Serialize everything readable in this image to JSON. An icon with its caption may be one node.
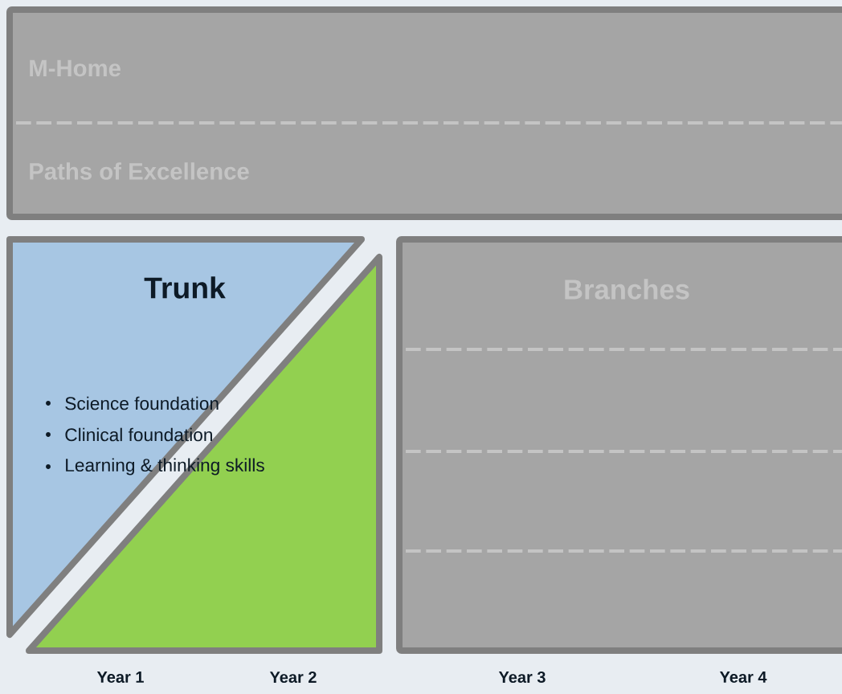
{
  "diagram": {
    "nodes": [
      {
        "text": [
          "M-Home",
          "Paths of Excellence"
        ]
      },
      {
        "text": [
          "Trunk",
          "Science foundation",
          "Clinical foundation",
          "Learning & thinking skills"
        ]
      },
      {
        "text": [],
        "shape": "triangle"
      },
      {
        "text": [
          "Branches"
        ]
      }
    ],
    "labels": [
      "Year 1",
      "Year 2",
      "Year 3",
      "Year 4"
    ]
  }
}
